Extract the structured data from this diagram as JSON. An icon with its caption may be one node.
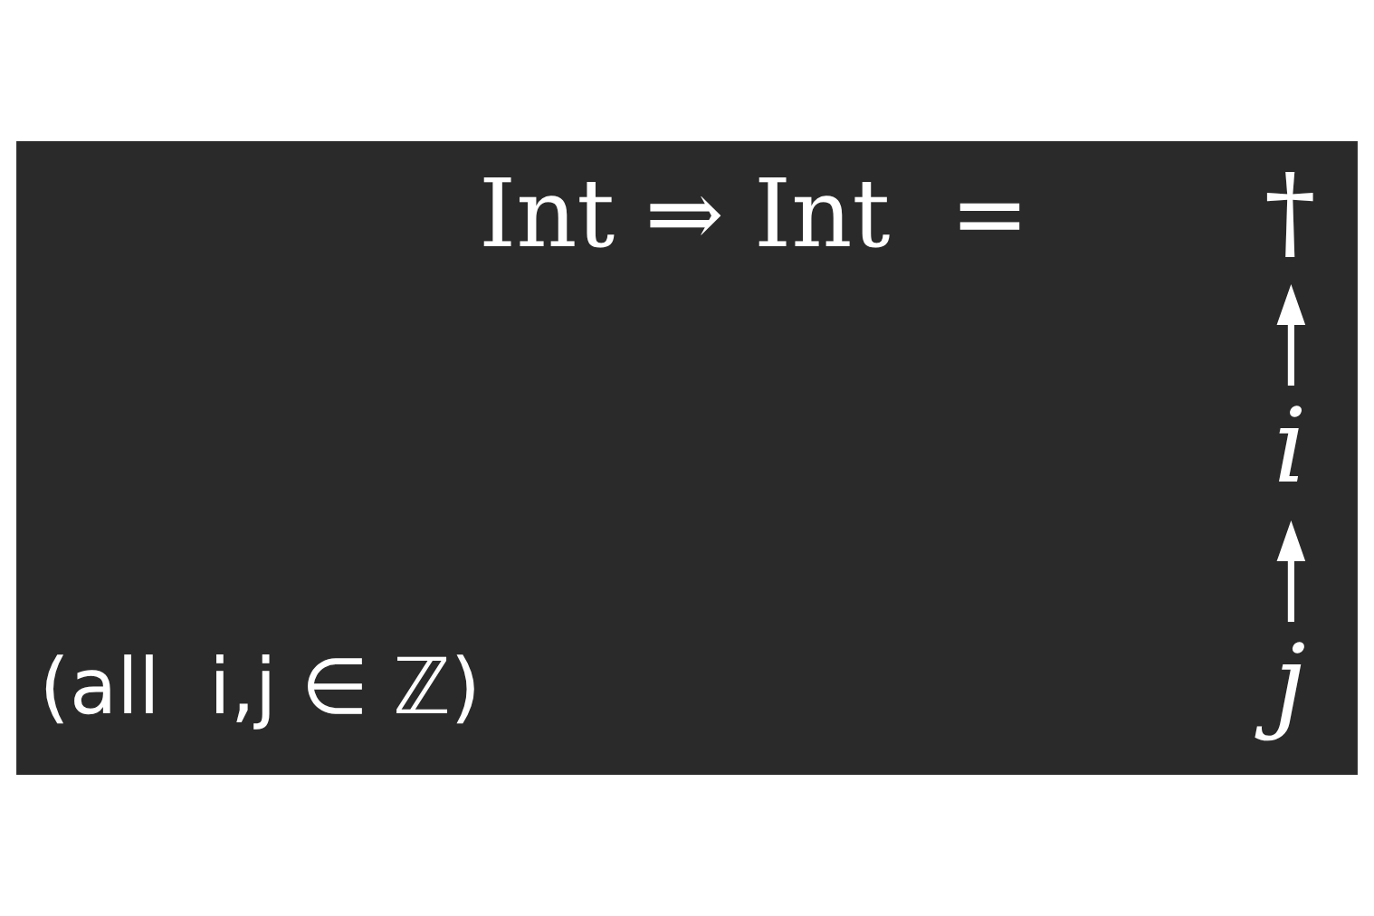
{
  "diagram": {
    "nodes": [
      {
        "text": [
          "†"
        ]
      },
      {
        "text": [
          "i"
        ]
      },
      {
        "text": [
          "j"
        ]
      }
    ],
    "edges": [
      {
        "from": 2,
        "to": 1,
        "arrow": "to"
      },
      {
        "from": 1,
        "to": 0,
        "arrow": "to"
      }
    ],
    "labels": [
      "Int ⇒ Int  =",
      "(all  i,j ∈ ℤ)"
    ]
  }
}
